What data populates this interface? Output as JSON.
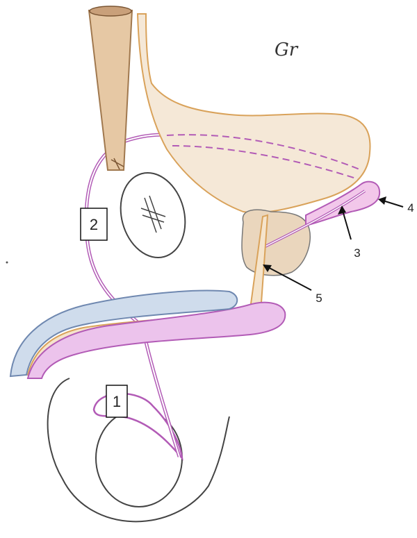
{
  "diagram": {
    "corner_note": "Gr",
    "boxed_labels": [
      "1",
      "2"
    ],
    "arrow_labels": [
      "3",
      "4",
      "5"
    ]
  },
  "colors": {
    "outline": "#444444",
    "urethra_tan": "#d9a25a",
    "tan_fill": "#f3e2cc",
    "vas_purple": "#b25bb6",
    "pink_fill": "#ecc3ec",
    "blue_fill": "#c9d6e8",
    "ureter_brown": "#a0784e"
  }
}
